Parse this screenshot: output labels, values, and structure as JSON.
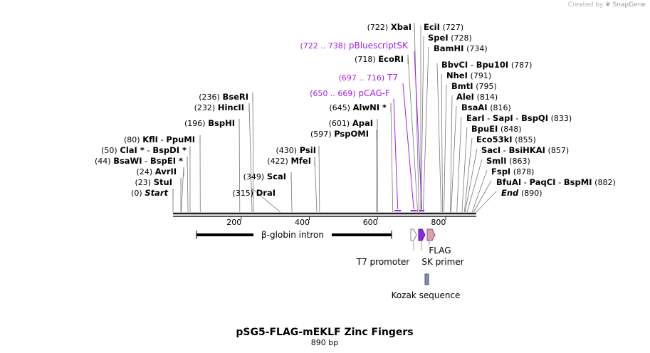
{
  "watermark": {
    "created_by": "Created by",
    "brand": "SnapGene"
  },
  "title": "pSG5-FLAG-mEKLF Zinc Fingers",
  "subtitle": "890 bp",
  "sequence_length": 890,
  "ruler_ticks": [
    200,
    400,
    600,
    800
  ],
  "colors": {
    "enzyme": "#000000",
    "primer": "#a020f0",
    "intron": "#000000",
    "t7_promoter": "#ffffff",
    "sk_primer": "#8a2be2",
    "flag": "#d9a0b0",
    "kozak": "#8090a8"
  },
  "enzymes_left": [
    {
      "pos": "(0)",
      "name": "Start",
      "italic": true,
      "site": 0
    },
    {
      "pos": "(23)",
      "name": "StuI",
      "site": 23
    },
    {
      "pos": "(24)",
      "name": "AvrII",
      "site": 24
    },
    {
      "pos": "(44)",
      "name": "BsaWI",
      "name2": "BspEI *",
      "site": 44
    },
    {
      "pos": "(50)",
      "name": "ClaI *",
      "name2": "BspDI *",
      "site": 50
    },
    {
      "pos": "(80)",
      "name": "KflI",
      "name2": "PpuMI",
      "site": 80
    },
    {
      "pos": "(196)",
      "name": "BspHI",
      "site": 196
    },
    {
      "pos": "(232)",
      "name": "HincII",
      "site": 232
    },
    {
      "pos": "(236)",
      "name": "BseRI",
      "site": 236
    },
    {
      "pos": "(315)",
      "name": "DraI",
      "site": 315
    },
    {
      "pos": "(349)",
      "name": "ScaI",
      "site": 349
    },
    {
      "pos": "(422)",
      "name": "MfeI",
      "site": 422
    },
    {
      "pos": "(430)",
      "name": "PsiI",
      "site": 430
    },
    {
      "pos": "(597)",
      "name": "PspOMI",
      "site": 597
    },
    {
      "pos": "(601)",
      "name": "ApaI",
      "site": 601
    },
    {
      "pos": "(645)",
      "name": "AlwNI *",
      "site": 645
    },
    {
      "pos": "(718)",
      "name": "EcoRI",
      "site": 718
    },
    {
      "pos": "(722)",
      "name": "XbaI",
      "site": 722
    }
  ],
  "enzymes_right": [
    {
      "name": "EciI",
      "pos": "(727)",
      "site": 727
    },
    {
      "name": "SpeI",
      "pos": "(728)",
      "site": 728
    },
    {
      "name": "BamHI",
      "pos": "(734)",
      "site": 734
    },
    {
      "name": "BbvCI",
      "name2": "Bpu10I",
      "pos": "(787)",
      "site": 787
    },
    {
      "name": "NheI",
      "pos": "(791)",
      "site": 791
    },
    {
      "name": "BmtI",
      "pos": "(795)",
      "site": 795
    },
    {
      "name": "AleI",
      "pos": "(814)",
      "site": 814
    },
    {
      "name": "BsaAI",
      "pos": "(816)",
      "site": 816
    },
    {
      "name": "EarI",
      "name2": "SapI",
      "name3": "BspQI",
      "pos": "(833)",
      "site": 833
    },
    {
      "name": "BpuEI",
      "pos": "(848)",
      "site": 848
    },
    {
      "name": "Eco53kI",
      "pos": "(855)",
      "site": 855
    },
    {
      "name": "SacI",
      "name2": "BsiHKAI",
      "pos": "(857)",
      "site": 857
    },
    {
      "name": "SmlI",
      "pos": "(863)",
      "site": 863
    },
    {
      "name": "FspI",
      "pos": "(878)",
      "site": 878
    },
    {
      "name": "BfuAI",
      "name2": "PaqCI",
      "name3": "BspMI",
      "pos": "(882)",
      "site": 882
    },
    {
      "name": "End",
      "italic": true,
      "pos": "(890)",
      "site": 890
    }
  ],
  "primers": [
    {
      "range": "(722 .. 738)",
      "name": "pBluescriptSK",
      "start": 722,
      "end": 738
    },
    {
      "range": "(697 .. 716)",
      "name": "T7",
      "start": 697,
      "end": 716
    },
    {
      "range": "(650 .. 669)",
      "name": "pCAG-F",
      "start": 650,
      "end": 669
    }
  ],
  "features": {
    "intron": {
      "label": "β-globin intron",
      "start": 7,
      "end": 640
    },
    "t7_promoter": {
      "label": "T7 promoter"
    },
    "sk_primer": {
      "label": "SK primer"
    },
    "flag": {
      "label": "FLAG"
    },
    "kozak": {
      "label": "Kozak sequence"
    }
  }
}
